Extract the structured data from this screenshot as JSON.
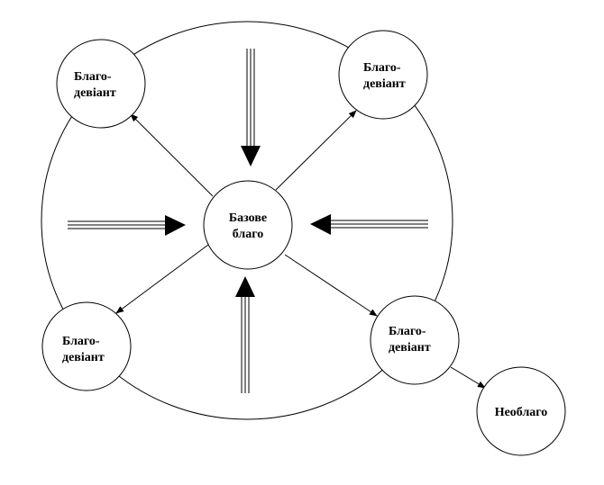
{
  "diagram": {
    "outer_ring_label": "",
    "center_node": {
      "line1": "Базове",
      "line2": "благо"
    },
    "deviant_nodes": [
      {
        "id": "top-left",
        "line1": "Благо-",
        "line2": "девіант"
      },
      {
        "id": "top-right",
        "line1": "Благо-",
        "line2": "девіант"
      },
      {
        "id": "bottom-left",
        "line1": "Благо-",
        "line2": "девіант"
      },
      {
        "id": "bottom-right",
        "line1": "Благо-",
        "line2": "девіант"
      }
    ],
    "outer_node": {
      "label": "Необлаго"
    },
    "stroke_color": "#000000",
    "background_color": "#ffffff"
  }
}
